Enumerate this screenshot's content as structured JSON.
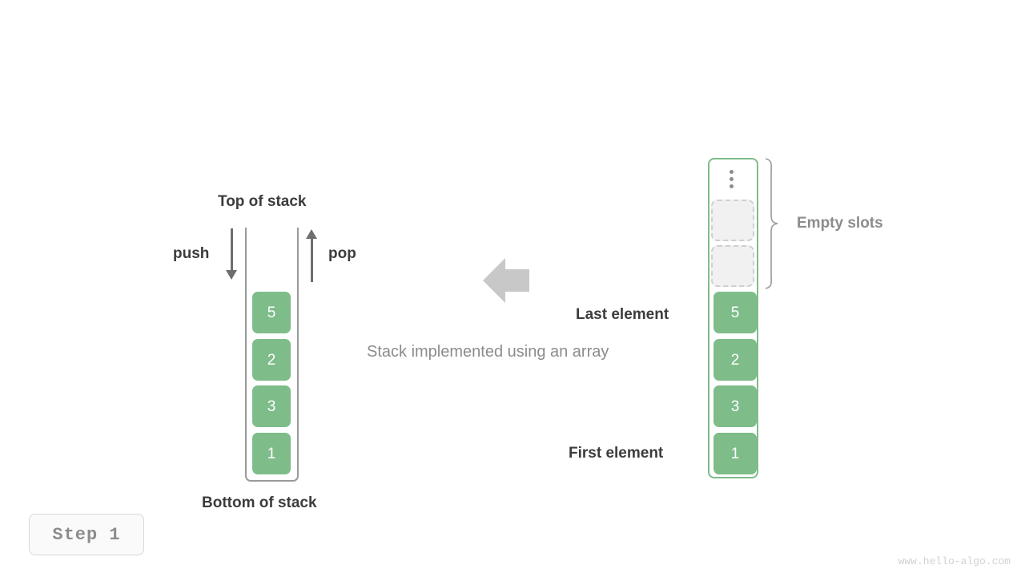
{
  "diagram": {
    "caption": "Stack implemented using an array",
    "step_badge": "Step 1",
    "watermark": "www.hello-algo.com"
  },
  "colors": {
    "element_green": "#7ebc8a",
    "container_gray": "#9a9a9a",
    "container_green": "#7ebc8a",
    "empty_slot_fill": "#f1f1f1",
    "empty_slot_border": "#cfcfcf",
    "arrow_gray": "#6e6e6e",
    "big_arrow_gray": "#c8c8c8",
    "text_dark": "#3c3c3c",
    "text_gray": "#8c8c8c"
  },
  "left_stack": {
    "top_label": "Top of stack",
    "bottom_label": "Bottom of stack",
    "push_label": "push",
    "pop_label": "pop",
    "elements": [
      {
        "value": "5"
      },
      {
        "value": "2"
      },
      {
        "value": "3"
      },
      {
        "value": "1"
      }
    ]
  },
  "right_array": {
    "empty_slots_label": "Empty slots",
    "last_element_label": "Last element",
    "first_element_label": "First element",
    "ellipsis": "vertical-ellipsis",
    "empty_slot_count": 2,
    "elements": [
      {
        "value": "5"
      },
      {
        "value": "2"
      },
      {
        "value": "3"
      },
      {
        "value": "1"
      }
    ]
  }
}
